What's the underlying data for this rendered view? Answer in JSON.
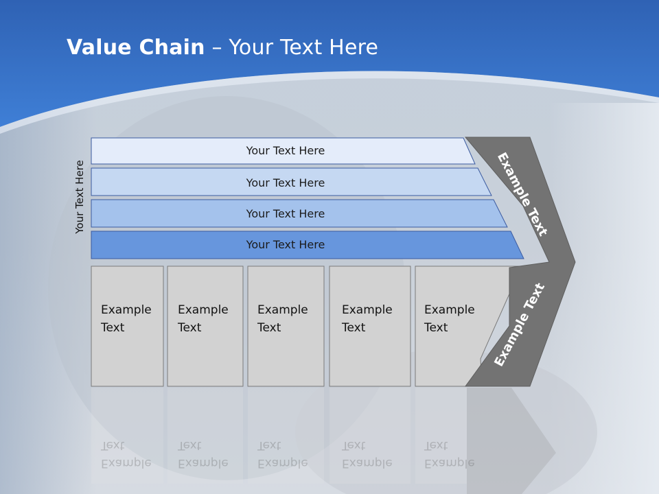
{
  "title": {
    "bold": "Value Chain",
    "rest": " – Your Text Here"
  },
  "side_label": "Your Text Here",
  "bars": [
    {
      "label": "Your Text Here",
      "color": "#e4ecfa"
    },
    {
      "label": "Your Text Here",
      "color": "#c5d8f2"
    },
    {
      "label": "Your Text Here",
      "color": "#a4c2ec"
    },
    {
      "label": "Your Text Here",
      "color": "#6796dd"
    }
  ],
  "activities": [
    {
      "line1": "Example",
      "line2": "Text"
    },
    {
      "line1": "Example",
      "line2": "Text"
    },
    {
      "line1": "Example",
      "line2": "Text"
    },
    {
      "line1": "Example",
      "line2": "Text"
    },
    {
      "line1": "Example",
      "line2": "Text"
    }
  ],
  "chevron": {
    "upper": "Example Text",
    "lower": "Example Text",
    "color": "#737373"
  },
  "colors": {
    "header_blue": "#3b75cc",
    "cell_gray": "#d2d2d2",
    "bar_border": "#3a5aa0"
  }
}
